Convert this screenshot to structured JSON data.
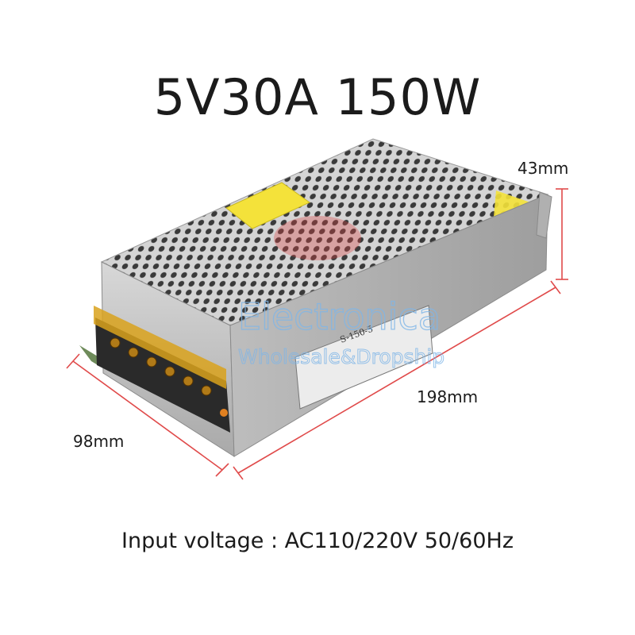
{
  "product": {
    "title": "5V30A 150W",
    "model_label": "S-150-5",
    "input_spec": "Input voltage : AC110/220V 50/60Hz"
  },
  "dimensions": {
    "height": "43mm",
    "length": "198mm",
    "width": "98mm"
  },
  "watermark": {
    "brand": "Electronica",
    "tagline": "Wholesale&Dropship"
  },
  "colors": {
    "dimension_line": "#e04a4a",
    "case": "#c9c9c9",
    "label_yellow": "#f4e23a",
    "terminal_cover": "#d9a21c",
    "watermark": "#7fb6e8"
  }
}
